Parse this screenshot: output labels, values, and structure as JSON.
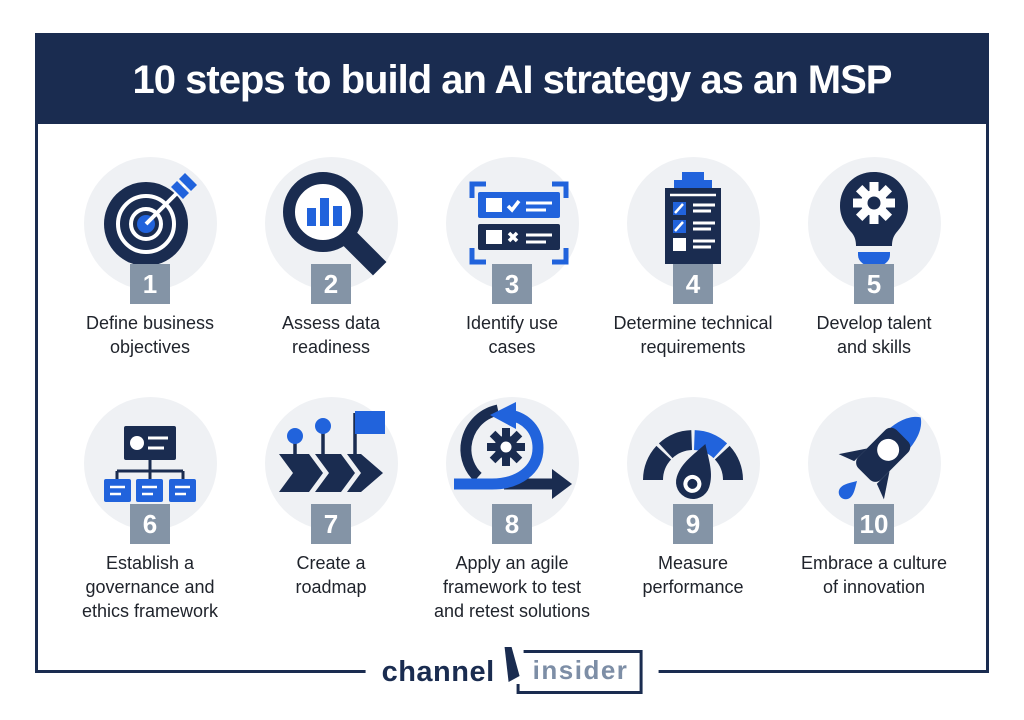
{
  "header": {
    "title": "10 steps to build an AI strategy as an MSP"
  },
  "steps": [
    {
      "number": "1",
      "label": "Define business\nobjectives",
      "icon": "target-arrow-icon"
    },
    {
      "number": "2",
      "label": "Assess data\nreadiness",
      "icon": "magnifier-chart-icon"
    },
    {
      "number": "3",
      "label": "Identify use\ncases",
      "icon": "use-case-list-icon"
    },
    {
      "number": "4",
      "label": "Determine technical\nrequirements",
      "icon": "checklist-clipboard-icon"
    },
    {
      "number": "5",
      "label": "Develop talent\nand skills",
      "icon": "lightbulb-gear-icon"
    },
    {
      "number": "6",
      "label": "Establish a\ngovernance and\nethics framework",
      "icon": "org-chart-icon"
    },
    {
      "number": "7",
      "label": "Create a\nroadmap",
      "icon": "roadmap-arrow-icon"
    },
    {
      "number": "8",
      "label": "Apply an agile\nframework to test\nand retest solutions",
      "icon": "agile-loop-icon"
    },
    {
      "number": "9",
      "label": "Measure\nperformance",
      "icon": "gauge-icon"
    },
    {
      "number": "10",
      "label": "Embrace a culture\nof innovation",
      "icon": "rocket-icon"
    }
  ],
  "footer": {
    "brand_channel": "channel",
    "brand_insider": "insider"
  },
  "colors": {
    "navy": "#1a2c50",
    "blue": "#2163dc",
    "badge_gray": "#8494a6",
    "circle_bg": "#eff1f4",
    "label_text": "#20242c",
    "insider_gray": "#7d8ea6"
  }
}
